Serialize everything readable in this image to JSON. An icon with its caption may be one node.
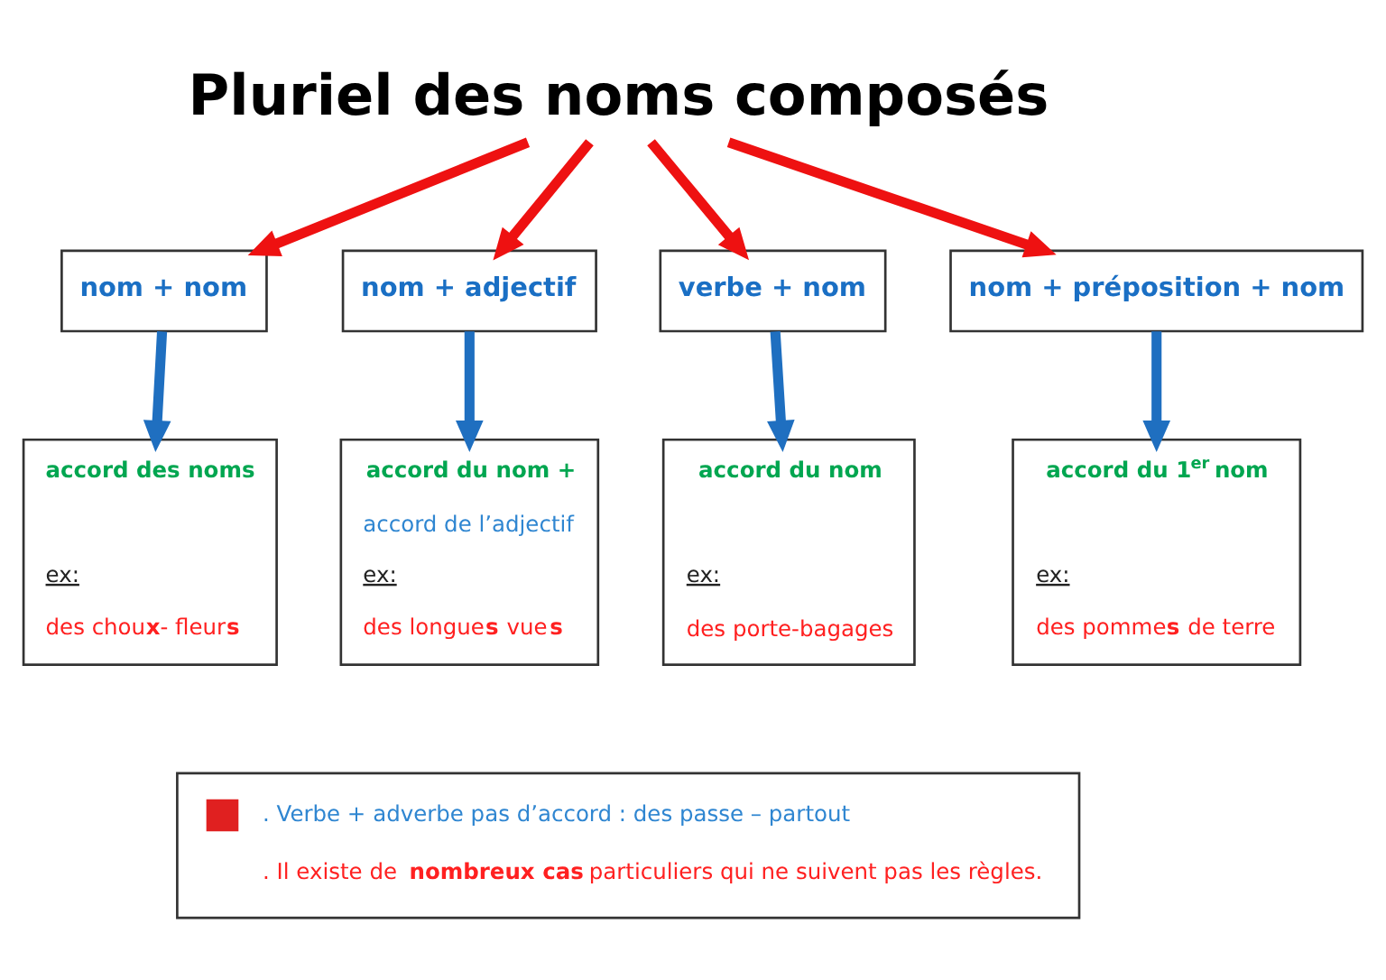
{
  "diagram": {
    "nodes": [
      {
        "text": [
          "Pluriel des noms composés"
        ]
      },
      {
        "text": [
          "nom + nom"
        ]
      },
      {
        "text": [
          "nom + adjectif"
        ]
      },
      {
        "text": [
          "verbe + nom"
        ]
      },
      {
        "text": [
          "nom + préposition + nom"
        ]
      },
      {
        "text": [
          "accord des noms",
          "ex:",
          "des chou**x**- fleur**s**"
        ]
      },
      {
        "text": [
          "accord du nom +",
          "accord de l’adjectif",
          "ex:",
          "des longue**s** vue**s**"
        ]
      },
      {
        "text": [
          "accord du nom",
          "ex:",
          "des porte-bagages"
        ]
      },
      {
        "text": [
          "accord du 1$^{er}$ nom",
          "ex:",
          "des pomme**s** de terre"
        ]
      },
      {
        "text": [
          ". Verbe + adverbe pas d’accord : des passe – partout",
          ". Il existe de **nombreux cas** particuliers qui ne suivent pas les règles."
        ]
      }
    ],
    "edges": [
      {
        "from": 0,
        "to": 1,
        "arrow": "to",
        "color": "#ee1111"
      },
      {
        "from": 0,
        "to": 2,
        "arrow": "to",
        "color": "#ee1111"
      },
      {
        "from": 0,
        "to": 3,
        "arrow": "to",
        "color": "#ee1111"
      },
      {
        "from": 0,
        "to": 4,
        "arrow": "to",
        "color": "#ee1111"
      },
      {
        "from": 1,
        "to": 5,
        "arrow": "to",
        "color": "#1f6fc0"
      },
      {
        "from": 2,
        "to": 6,
        "arrow": "to",
        "color": "#1f6fc0"
      },
      {
        "from": 3,
        "to": 7,
        "arrow": "to",
        "color": "#1f6fc0"
      },
      {
        "from": 4,
        "to": 8,
        "arrow": "to",
        "color": "#1f6fc0"
      }
    ]
  }
}
